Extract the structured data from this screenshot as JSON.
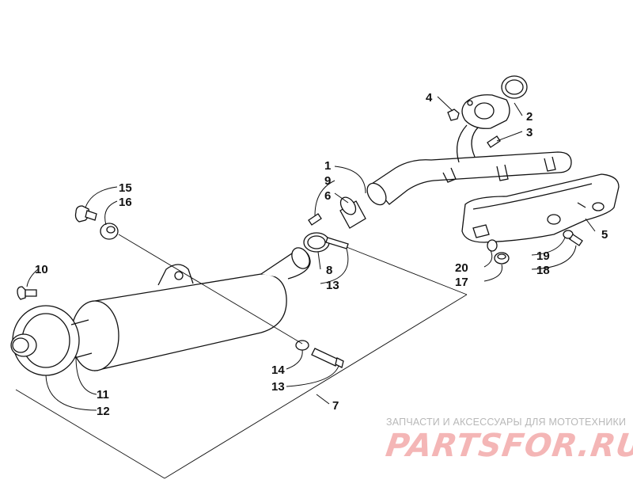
{
  "callouts": {
    "c1": "1",
    "c2": "2",
    "c3": "3",
    "c4": "4",
    "c5": "5",
    "c6": "6",
    "c7": "7",
    "c8": "8",
    "c9": "9",
    "c10": "10",
    "c11": "11",
    "c12": "12",
    "c13a": "13",
    "c13b": "13",
    "c14": "14",
    "c15": "15",
    "c16": "16",
    "c17": "17",
    "c18": "18",
    "c19": "19",
    "c20": "20"
  },
  "watermark": {
    "tagline": "ЗАПЧАСТИ И АКСЕССУАРЫ ДЛЯ МОТОТЕХНИКИ",
    "logo": "PARTSFOR.RU"
  },
  "colors": {
    "line": "#111111",
    "watermark_text": "#b8b8b8",
    "watermark_logo": "#f4b6b6"
  }
}
